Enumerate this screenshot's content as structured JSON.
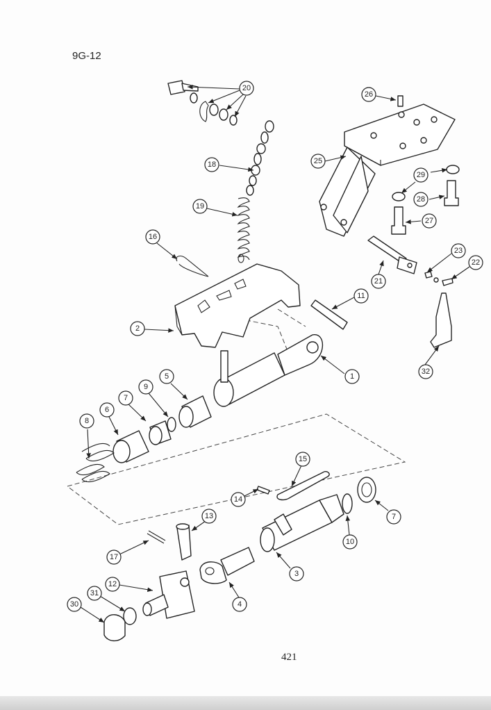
{
  "header": {
    "code": "9G-12"
  },
  "footer": {
    "page_number": "421"
  },
  "callouts": [
    "20",
    "26",
    "18",
    "25",
    "29",
    "19",
    "28",
    "27",
    "16",
    "23",
    "22",
    "21",
    "11",
    "2",
    "1",
    "32",
    "5",
    "9",
    "7",
    "6",
    "8",
    "15",
    "14",
    "7",
    "13",
    "10",
    "17",
    "3",
    "12",
    "31",
    "30",
    "4"
  ]
}
